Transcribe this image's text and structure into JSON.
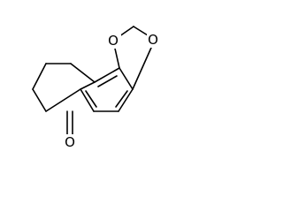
{
  "molecule": {
    "atoms": {
      "oxygen_dioxole_top": "O",
      "oxygen_dioxole_right": "O",
      "oxygen_carbonyl": "O"
    }
  }
}
